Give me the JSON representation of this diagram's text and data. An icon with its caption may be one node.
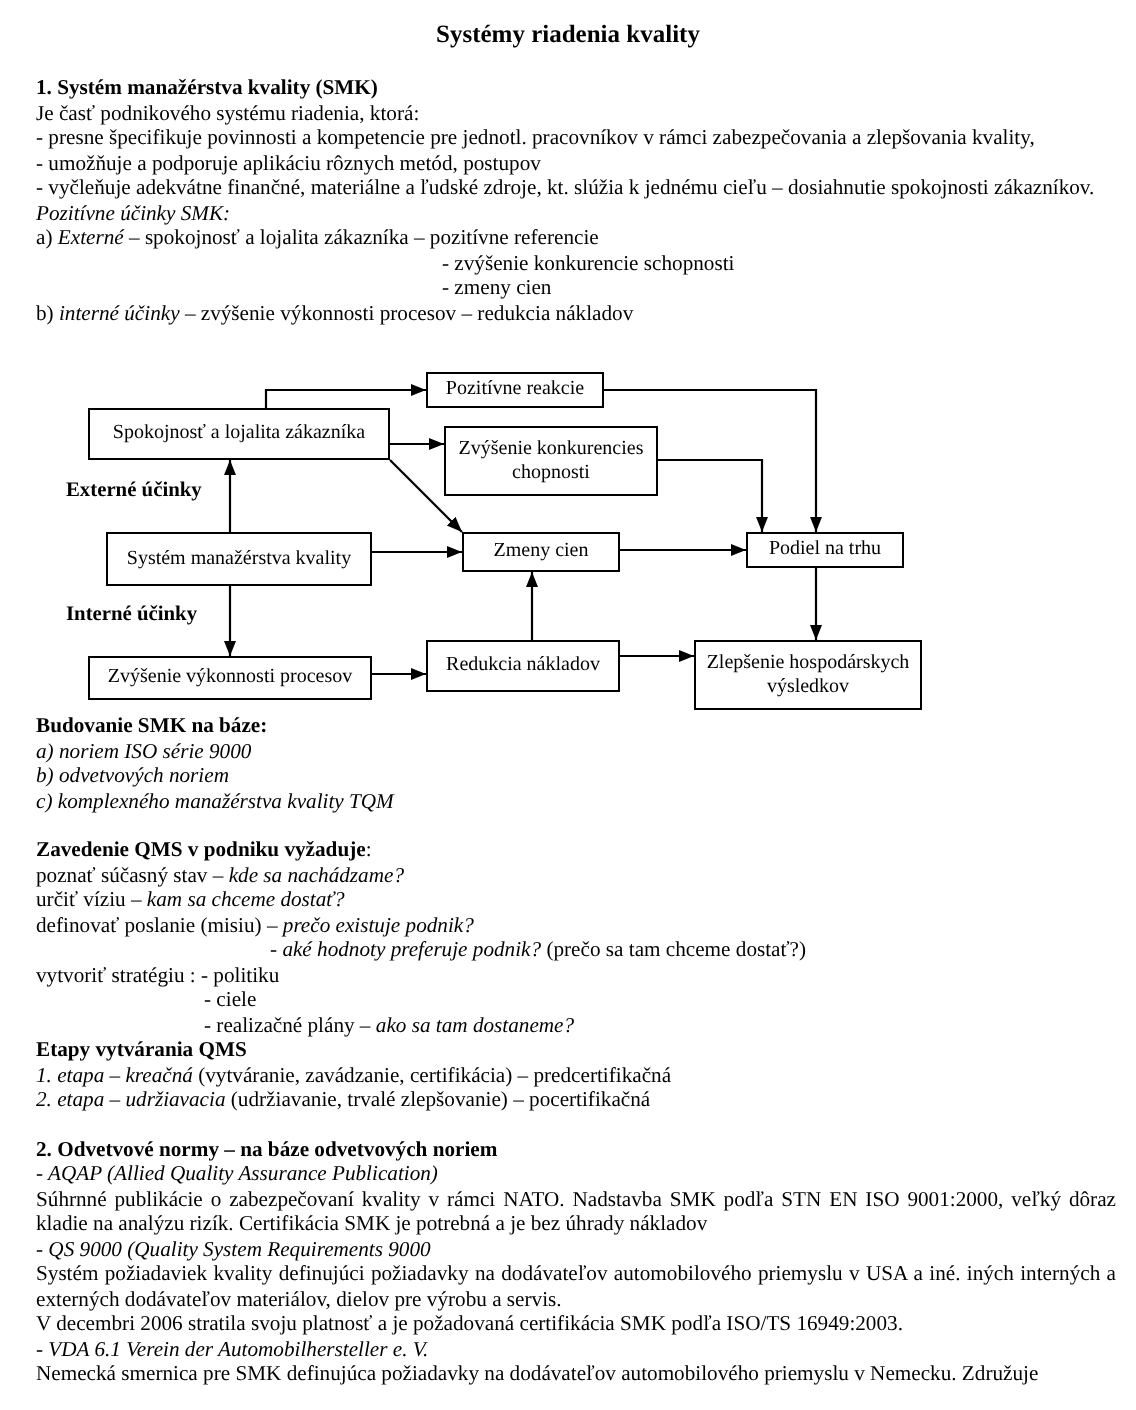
{
  "diagram": {
    "title": "Systémy riadenia kvality",
    "nodes": [
      {
        "text": [
          "Pozitívne reakcie"
        ]
      },
      {
        "text": [
          "Spokojnosť a lojalita zákazníka"
        ]
      },
      {
        "text": [
          "Zvýšenie konkurencies chopnosti"
        ]
      },
      {
        "text": [
          "Systém manažérstva kvality"
        ]
      },
      {
        "text": [
          "Zmeny cien"
        ]
      },
      {
        "text": [
          "Podiel na trhu"
        ]
      },
      {
        "text": [
          "Zvýšenie výkonnosti procesov"
        ]
      },
      {
        "text": [
          "Redukcia nákladov"
        ]
      },
      {
        "text": [
          "Zlepšenie hospodárskych výsledkov"
        ]
      }
    ],
    "edges": [
      {
        "from": 3,
        "to": 1,
        "arrow": "to"
      },
      {
        "from": 1,
        "to": 0,
        "arrow": "to"
      },
      {
        "from": 1,
        "to": 2,
        "arrow": "to"
      },
      {
        "from": 1,
        "to": 4,
        "arrow": "to"
      },
      {
        "from": 3,
        "to": 4,
        "arrow": "to"
      },
      {
        "from": 0,
        "to": 5,
        "arrow": "to"
      },
      {
        "from": 2,
        "to": 5,
        "arrow": "to"
      },
      {
        "from": 4,
        "to": 5,
        "arrow": "to"
      },
      {
        "from": 3,
        "to": 6,
        "arrow": "to"
      },
      {
        "from": 6,
        "to": 7,
        "arrow": "to"
      },
      {
        "from": 7,
        "to": 4,
        "arrow": "to"
      },
      {
        "from": 7,
        "to": 8,
        "arrow": "to"
      },
      {
        "from": 5,
        "to": 8,
        "arrow": "to"
      }
    ],
    "labels": [
      "1. Systém manažérstva kvality (SMK)",
      "Je časť podnikového systému riadenia, ktorá:",
      "- presne špecifikuje povinnosti a kompetencie pre jednotl. pracovníkov v rámci zabezpečovania a zlepšovania kvality,",
      "- umožňuje a podporuje aplikáciu rôznych metód, postupov",
      "- vyčleňuje adekvátne finančné, materiálne a ľudské zdroje, kt. slúžia k jednému cieľu – dosiahnutie spokojnosti zákazníkov.",
      "Pozitívne účinky SMK:",
      "a) *Externé* – spokojnosť a lojalita zákazníka – pozitívne referencie",
      "- zvýšenie konkurencie schopnosti",
      "- zmeny cien",
      "b) *interné účinky* – zvýšenie výkonnosti procesov – redukcia nákladov",
      "Externé účinky",
      "Interné účinky",
      "Budovanie SMK na báze:",
      "a) noriem ISO série 9000",
      "b) odvetvových noriem",
      "c) komplexného manažérstva kvality TQM",
      "**Zavedenie QMS v podniku vyžaduje**:",
      "poznať súčasný stav – *kde sa nachádzame?*",
      "určiť víziu – *kam sa chceme dostať?*",
      "definovať poslanie (misiu) – *prečo existuje podnik?*",
      "- *aké hodnoty preferuje podnik?* (prečo sa tam chceme dostať?)",
      "vytvoriť stratégiu : - politiku",
      "- ciele",
      "- realizačné plány – *ako sa tam dostaneme?*",
      "Etapy vytvárania QMS",
      "*1. etapa – kreačná* (vytváranie, zavádzanie, certifikácia) – predcertifikačná",
      "*2. etapa – udržiavacia* (udržiavanie, trvalé zlepšovanie) – pocertifikačná",
      "2. Odvetvové normy – na báze odvetvových noriem",
      "- AQAP (Allied Quality Assurance Publication)",
      "Súhrnné publikácie o zabezpečovaní kvality v rámci NATO. Nadstavba SMK podľa STN EN ISO 9001:2000, veľký dôraz kladie na analýzu rizík. Certifikácia SMK je potrebná a je bez úhrady nákladov",
      "- QS 9000 (Quality System Requirements 9000",
      "Systém požiadaviek kvality definujúci požiadavky na dodávateľov automobilového priemyslu v USA a iné. iných interných a externých dodávateľov materiálov, dielov pre výrobu a servis.",
      "V decembri 2006 stratila svoju platnosť a je požadovaná certifikácia SMK podľa ISO/TS 16949:2003.",
      "- VDA 6.1 Verein der Automobilhersteller e. V.",
      "Nemecká smernica pre SMK definujúca požiadavky na dodávateľov automobilového priemyslu v Nemecku. Združuje"
    ]
  }
}
